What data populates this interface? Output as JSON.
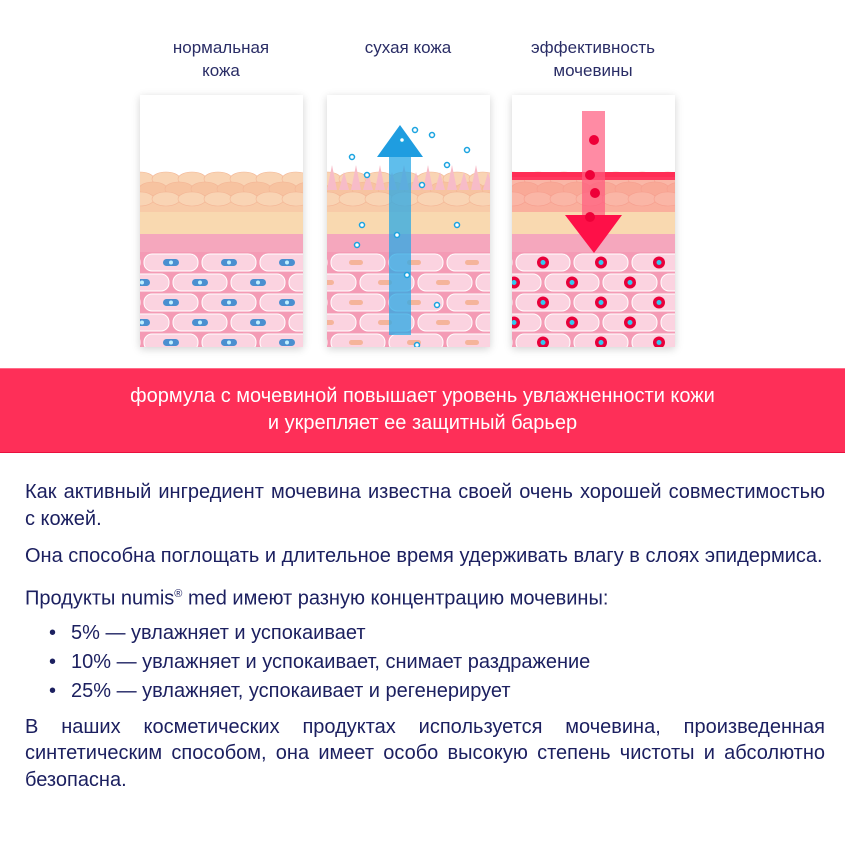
{
  "captions": [
    "нормальная кожа",
    "сухая кожа",
    "эффективность мочевины"
  ],
  "captions_lines": [
    [
      "нормальная",
      "кожа"
    ],
    [
      "сухая кожа"
    ],
    [
      "эффективность",
      "мочевины"
    ]
  ],
  "banner": {
    "line1": "формула с мочевиной повышает уровень увлажненности кожи",
    "line2": "и укрепляет ее защитный барьер"
  },
  "body": {
    "p1": "Как активный ингредиент мочевина известна своей очень хорошей совместимостью с кожей.",
    "p2": "Она способна поглощать и длительное время удерживать влагу в слоях эпидермиса.",
    "p3_before": "Продукты numis",
    "p3_sup": "®",
    "p3_after": " med имеют разную концентрацию мочевины:",
    "bullets": [
      "5% — увлажняет и успокаивает",
      "10% — увлажняет и успокаивает, снимает раздражение",
      "25% — увлажняет, успокаивает и регенерирует"
    ],
    "p4": "В наших косметических продуктах используется мочевина, произведенная синтетическим способом, она имеет особо высокую степень чистоты и абсолютно безопасна."
  },
  "colors": {
    "accent": "#fe2f58",
    "text": "#1c2060",
    "water": "#1aa3e0"
  }
}
